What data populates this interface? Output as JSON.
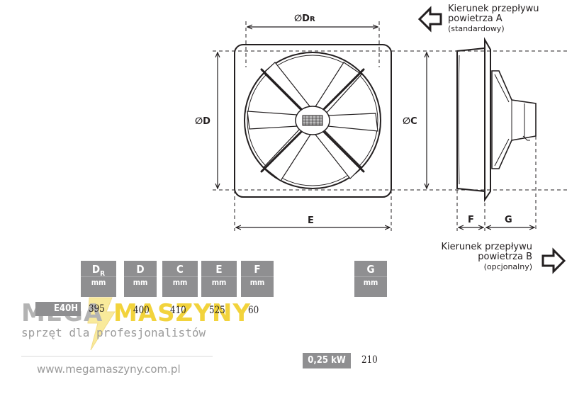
{
  "dimensions": {
    "dr": "∅D",
    "dr_sub": "R",
    "d": "∅D",
    "c": "∅C",
    "e": "E",
    "f": "F",
    "g": "G"
  },
  "flow_a": {
    "line1": "Kierunek przepływu",
    "line2": "powietrza A",
    "line3": "(standardowy)"
  },
  "flow_b": {
    "line1": "Kierunek przepływu",
    "line2": "powietrza B",
    "line3": "(opcjonalny)"
  },
  "table": {
    "headers": [
      {
        "label": "D",
        "sub": "R",
        "unit": "mm"
      },
      {
        "label": "D",
        "sub": "",
        "unit": "mm"
      },
      {
        "label": "C",
        "sub": "",
        "unit": "mm"
      },
      {
        "label": "E",
        "sub": "",
        "unit": "mm"
      },
      {
        "label": "F",
        "sub": "",
        "unit": "mm"
      }
    ],
    "g_header": {
      "label": "G",
      "unit": "mm"
    },
    "row": {
      "model": "E40H",
      "values": [
        "395",
        "400",
        "410",
        "525",
        "60"
      ]
    },
    "row2": {
      "power": "0,25 kW",
      "g_value": "210"
    }
  },
  "watermark": {
    "brand_left": "MEGA",
    "brand_right": "MASZYNY",
    "tagline": "sprzęt dla profesjonalistów",
    "url": "www.megamaszyny.com.pl",
    "colors": {
      "left": "#b3b3b3",
      "right": "#f2d33c",
      "logo": "#f5d94a"
    }
  },
  "colors": {
    "ink": "#231f20",
    "header_bg": "#8f8f91",
    "fan_blade": "#ffffff"
  }
}
